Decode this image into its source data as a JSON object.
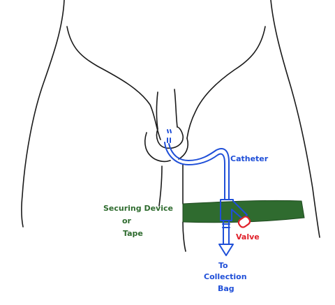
{
  "labels": {
    "catheter": "Catheter",
    "securing_line1": "Securing Device",
    "securing_line2": "or",
    "securing_line3": "Tape",
    "valve": "Valve",
    "collection_line1": "To",
    "collection_line2": "Collection",
    "collection_line3": "Bag"
  },
  "colors": {
    "outline": "#1a1a1a",
    "catheter": "#1f4fd8",
    "securing_band": "#2f6b2f",
    "securing_text": "#2e6b2e",
    "valve": "#e0202a",
    "collection_text": "#1f4fd8"
  }
}
